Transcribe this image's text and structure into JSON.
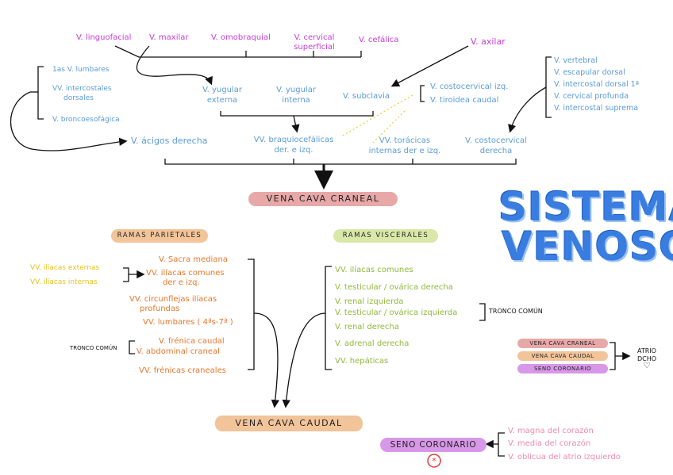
{
  "top_pink": {
    "linguofacial": "V. linguofacial",
    "maxilar": "V. maxilar",
    "omobraquial": "V. omobraquial",
    "cervical_sup_1": "V. cervical",
    "cervical_sup_2": "superficial",
    "cefalica": "V. cefálica",
    "axilar": "V. axilar"
  },
  "left_blue": {
    "lumbares": "1as V. lumbares",
    "intercostales_1": "VV. intercostales",
    "intercostales_2": "dorsales",
    "broncoesofagica": "V. broncoesofágica"
  },
  "mid_blue": {
    "yug_ext_1": "V. yugular",
    "yug_ext_2": "externa",
    "yug_int_1": "V. yugular",
    "yug_int_2": "interna",
    "subclavia": "V. subclavia",
    "costocervical_izq": "V. costocervical izq.",
    "tiroidea_caudal": "V. tiroidea caudal"
  },
  "right_blue": [
    "V. vertebral",
    "V. escapular dorsal",
    "V. intercostal dorsal 1ª",
    "V. cervical profunda",
    "V. intercostal suprema"
  ],
  "row2": {
    "azigos": "V. ácigos derecha",
    "braquio_1": "VV. braquiocefálicas",
    "braquio_2": "der. e izq.",
    "toracicas_1": "VV. torácicas",
    "toracicas_2": "internas der e izq.",
    "costo_der_1": "V. costocervical",
    "costo_der_2": "derecha"
  },
  "vena_cava_craneal": "VENA CAVA CRANEAL",
  "title_1": "SISTEMA",
  "title_2": "VENOSO",
  "ramas_parietales": "RAMAS PARIETALES",
  "ramas_viscerales": "RAMAS VISCERALES",
  "parietales": {
    "iliacas_externas": "VV. ilíacas externas",
    "iliacas_internas": "VV. ilíacas internas",
    "sacra": "V. Sacra mediana",
    "comunes_1": "VV. ilíacas comunes",
    "comunes_2": "der e izq.",
    "circunflejas_1": "VV. circunflejas ilíacas",
    "circunflejas_2": "profundas",
    "lumbares": "VV. lumbares ( 4ªs-7ª )",
    "frenica_caudal": "V. frénica caudal",
    "abdominal_craneal": "V. abdominal craneal",
    "tronco_comun": "TRONCO COMÚN",
    "frenicas_craneales": "VV. frénicas craneales"
  },
  "viscerales": [
    "VV. ilíacas comunes",
    "V. testicular / ovárica derecha",
    "V. renal izquierda",
    "V. testicular / ovárica izquierda",
    "V. renal derecha",
    "V. adrenal derecha",
    "VV. hepáticas"
  ],
  "visc_tronco_comun": "TRONCO COMÚN",
  "legend": {
    "craneal": "VENA CAVA CRANEAL",
    "caudal": "VENA CAVA CAUDAL",
    "seno": "SENO CORONARIO",
    "atrio_1": "ATRIO",
    "atrio_2": "DCHO",
    "heart": "♡"
  },
  "vena_cava_caudal": "VENA CAVA CAUDAL",
  "seno_coronario": "SENO CORONARIO",
  "coronary": [
    "V. magna del corazón",
    "V. media del corazón",
    "V. oblicua del atrio izquierdo"
  ],
  "colors": {
    "pink": "#c73bd6",
    "blue": "#5b9bd5",
    "orange": "#e8772a",
    "yellow": "#e8c21a",
    "green": "#8fb83a",
    "light_pink": "#f08ab0",
    "pill_red": "#e8a8a8",
    "pill_orange": "#f2c49a",
    "pill_violet": "#d898e8",
    "pill_green": "#d8e8a8",
    "title": "#3a7de0"
  }
}
